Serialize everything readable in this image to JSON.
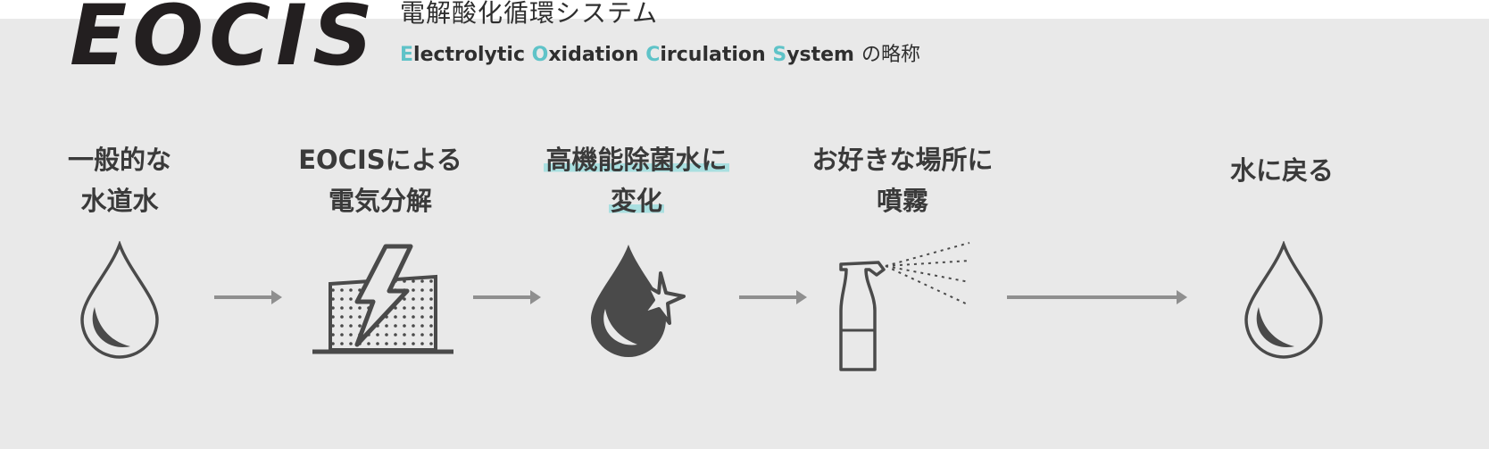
{
  "header": {
    "logo": "EOCIS",
    "jp_title": "電解酸化循環システム",
    "en_words": [
      {
        "initial": "E",
        "rest": "lectrolytic "
      },
      {
        "initial": "O",
        "rest": "xidation "
      },
      {
        "initial": "C",
        "rest": "irculation "
      },
      {
        "initial": "S",
        "rest": "ystem"
      }
    ],
    "en_suffix": "の略称"
  },
  "steps": [
    {
      "line1": "一般的な",
      "line2": "水道水",
      "icon": "water-drop-icon",
      "highlight": false
    },
    {
      "line1": "EOCISによる",
      "line2": "電気分解",
      "icon": "electrolysis-icon",
      "highlight": false
    },
    {
      "line1": "高機能除菌水に",
      "line2": "変化",
      "icon": "sparkle-drop-icon",
      "highlight": true
    },
    {
      "line1": "お好きな場所に",
      "line2": "噴霧",
      "icon": "spray-bottle-icon",
      "highlight": false
    },
    {
      "line1": "水に戻る",
      "line2": "",
      "icon": "water-drop-icon",
      "highlight": false
    }
  ],
  "colors": {
    "accent": "#5fc3c8",
    "highlight": "#a9dfe0",
    "panel": "#e9e9e9",
    "icon": "#4a4a4a",
    "arrow": "#8f8f8f"
  }
}
